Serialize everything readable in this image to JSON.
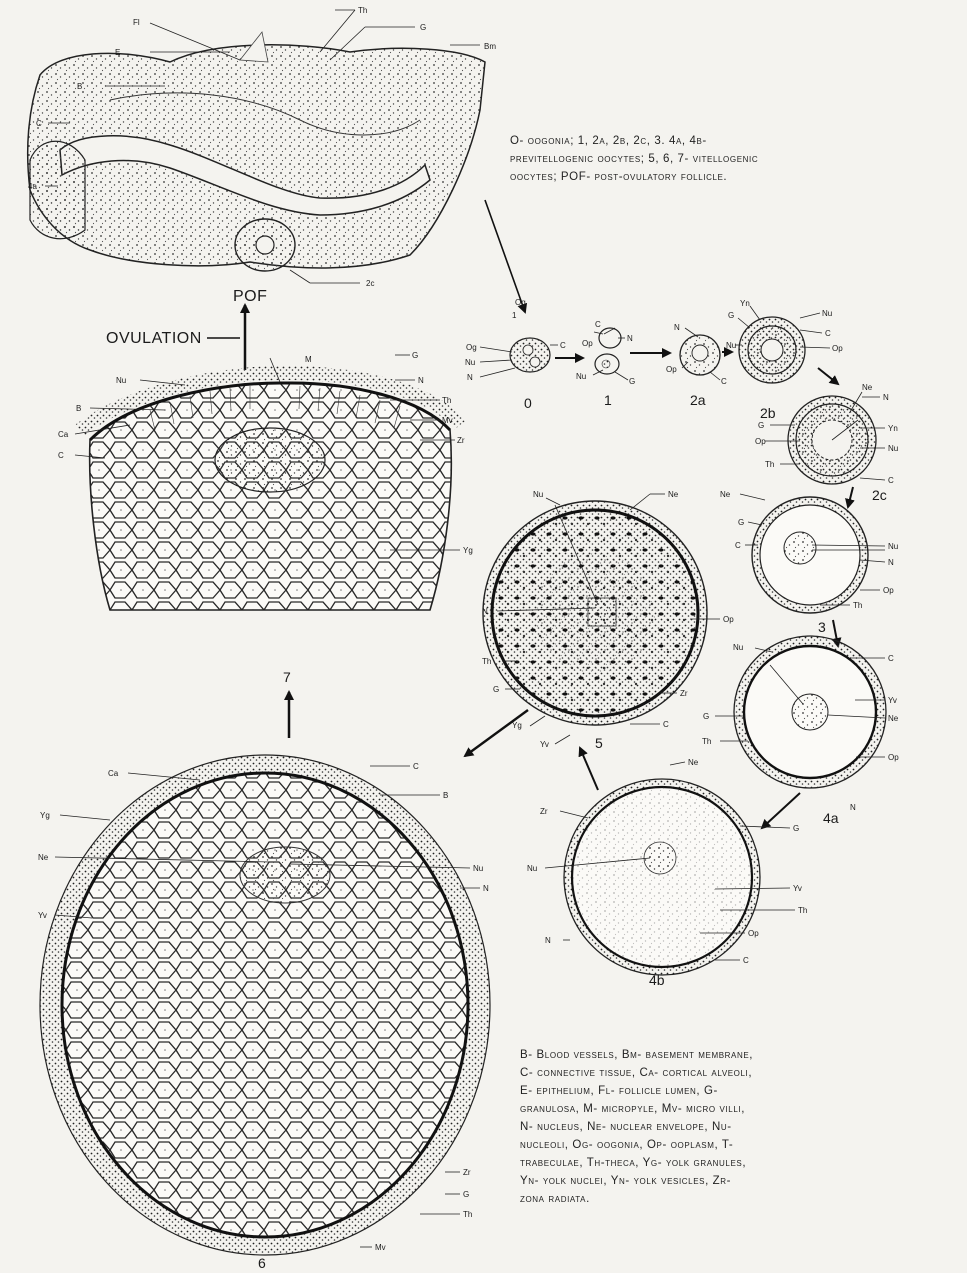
{
  "legend_top": [
    "O- oogonia; 1, 2a, 2b, 2c, 3. 4a, 4b-",
    "previtellogenic oocytes; 5, 6, 7- vitellogenic",
    "oocytes; POF- post-ovulatory follicle."
  ],
  "legend_bottom": [
    "B- Blood vessels, Bm- basement membrane,",
    "C- connective tissue, Ca- cortical alveoli,",
    "E- epithelium, Fl- follicle lumen, G-",
    "granulosa, M- micropyle, Mv- micro villi,",
    "N- nucleus, Ne- nuclear envelope, Nu-",
    "nucleoli, Og- oogonia, Op- ooplasm, T-",
    "trabeculae, Th-theca, Yg- yolk granules,",
    "Yn- yolk nuclei, Yn- yolk vesicles, Zr-",
    "zona radiata."
  ],
  "headings": {
    "ovulation": "OVULATION",
    "pof": "POF"
  },
  "stages": {
    "s0": "0",
    "s1": "1",
    "s2a": "2a",
    "s2b": "2b",
    "s2c": "2c",
    "s3": "3",
    "s4a": "4a",
    "s4b": "4b",
    "s5": "5",
    "s6": "6",
    "s7": "7"
  },
  "labels": {
    "fl": "Fl",
    "th": "Th",
    "g": "G",
    "e": "E",
    "bm": "Bm",
    "b": "B",
    "c": "C",
    "4a": "4a",
    "2c": "2c",
    "og": "Og",
    "og_num": "1",
    "nu": "Nu",
    "n": "N",
    "op": "Op",
    "yn": "Yn",
    "ne": "Ne",
    "m": "M",
    "ca": "Ca",
    "mv": "Mv",
    "zr": "Zr",
    "yg": "Yg",
    "yv": "Yv"
  }
}
